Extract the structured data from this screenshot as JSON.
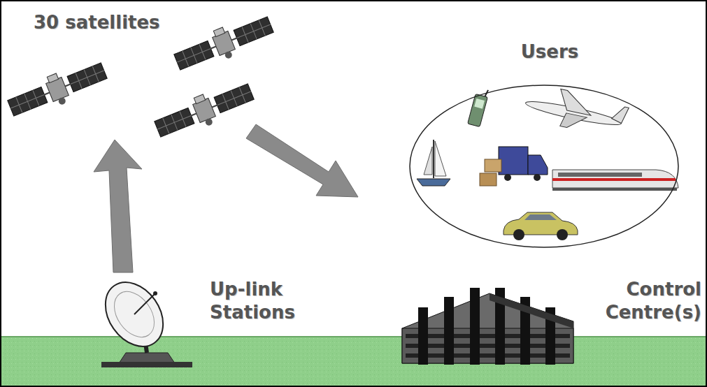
{
  "diagram": {
    "nodes": [
      {
        "text": [
          "Users"
        ]
      }
    ],
    "labels": [
      "30 satellites",
      "Up-link Stations",
      "Control Centre(s)"
    ]
  }
}
